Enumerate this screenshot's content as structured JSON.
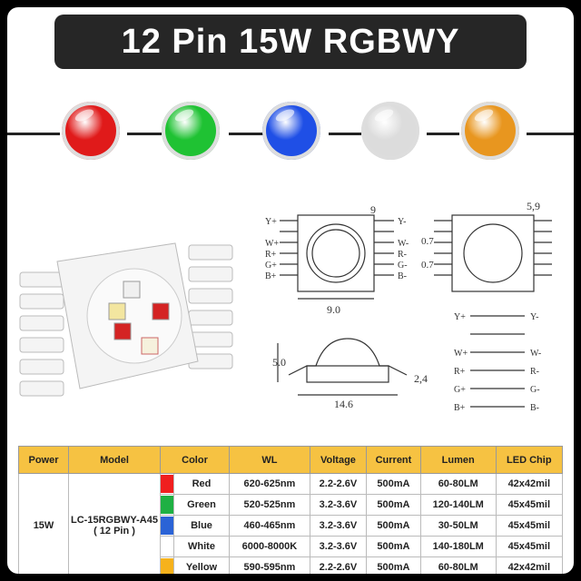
{
  "title": "12 Pin 15W RGBWY",
  "leds": [
    {
      "name": "red",
      "color": "#e01a1a"
    },
    {
      "name": "green",
      "color": "#1fc233"
    },
    {
      "name": "blue",
      "color": "#1f4fe6"
    },
    {
      "name": "white",
      "color": "#dcdcdc"
    },
    {
      "name": "yellow",
      "color": "#e8961f"
    }
  ],
  "diagram": {
    "top_diameter": "9",
    "top_width": "9.0",
    "right_diameter": "5,9",
    "pitch_a": "0.7",
    "pitch_b": "0.7",
    "side_height": "5.0",
    "side_base": "2,4",
    "side_width": "14.6",
    "pins_left": [
      "Y+",
      "W+",
      "R+",
      "G+",
      "B+"
    ],
    "pins_right": [
      "Y-",
      "W-",
      "R-",
      "G-",
      "B-"
    ],
    "schematic_left": [
      "Y+",
      "W+",
      "R+",
      "G+",
      "B+"
    ],
    "schematic_right": [
      "Y-",
      "W-",
      "R-",
      "G-",
      "B-"
    ]
  },
  "table": {
    "headers": [
      "Power",
      "Model",
      "Color",
      "WL",
      "Voltage",
      "Current",
      "Lumen",
      "LED Chip"
    ],
    "power": "15W",
    "model_line1": "LC-15RGBWY-A45",
    "model_line2": "( 12 Pin )",
    "rows": [
      {
        "swatch": "#f01f1f",
        "color": "Red",
        "wl": "620-625nm",
        "voltage": "2.2-2.6V",
        "current": "500mA",
        "lumen": "60-80LM",
        "chip": "42x42mil"
      },
      {
        "swatch": "#1fb043",
        "color": "Green",
        "wl": "520-525nm",
        "voltage": "3.2-3.6V",
        "current": "500mA",
        "lumen": "120-140LM",
        "chip": "45x45mil"
      },
      {
        "swatch": "#2b63d6",
        "color": "Blue",
        "wl": "460-465nm",
        "voltage": "3.2-3.6V",
        "current": "500mA",
        "lumen": "30-50LM",
        "chip": "45x45mil"
      },
      {
        "swatch": "#ffffff",
        "color": "White",
        "wl": "6000-8000K",
        "voltage": "3.2-3.6V",
        "current": "500mA",
        "lumen": "140-180LM",
        "chip": "45x45mil"
      },
      {
        "swatch": "#f6b21c",
        "color": "Yellow",
        "wl": "590-595nm",
        "voltage": "2.2-2.6V",
        "current": "500mA",
        "lumen": "60-80LM",
        "chip": "42x42mil"
      }
    ]
  }
}
